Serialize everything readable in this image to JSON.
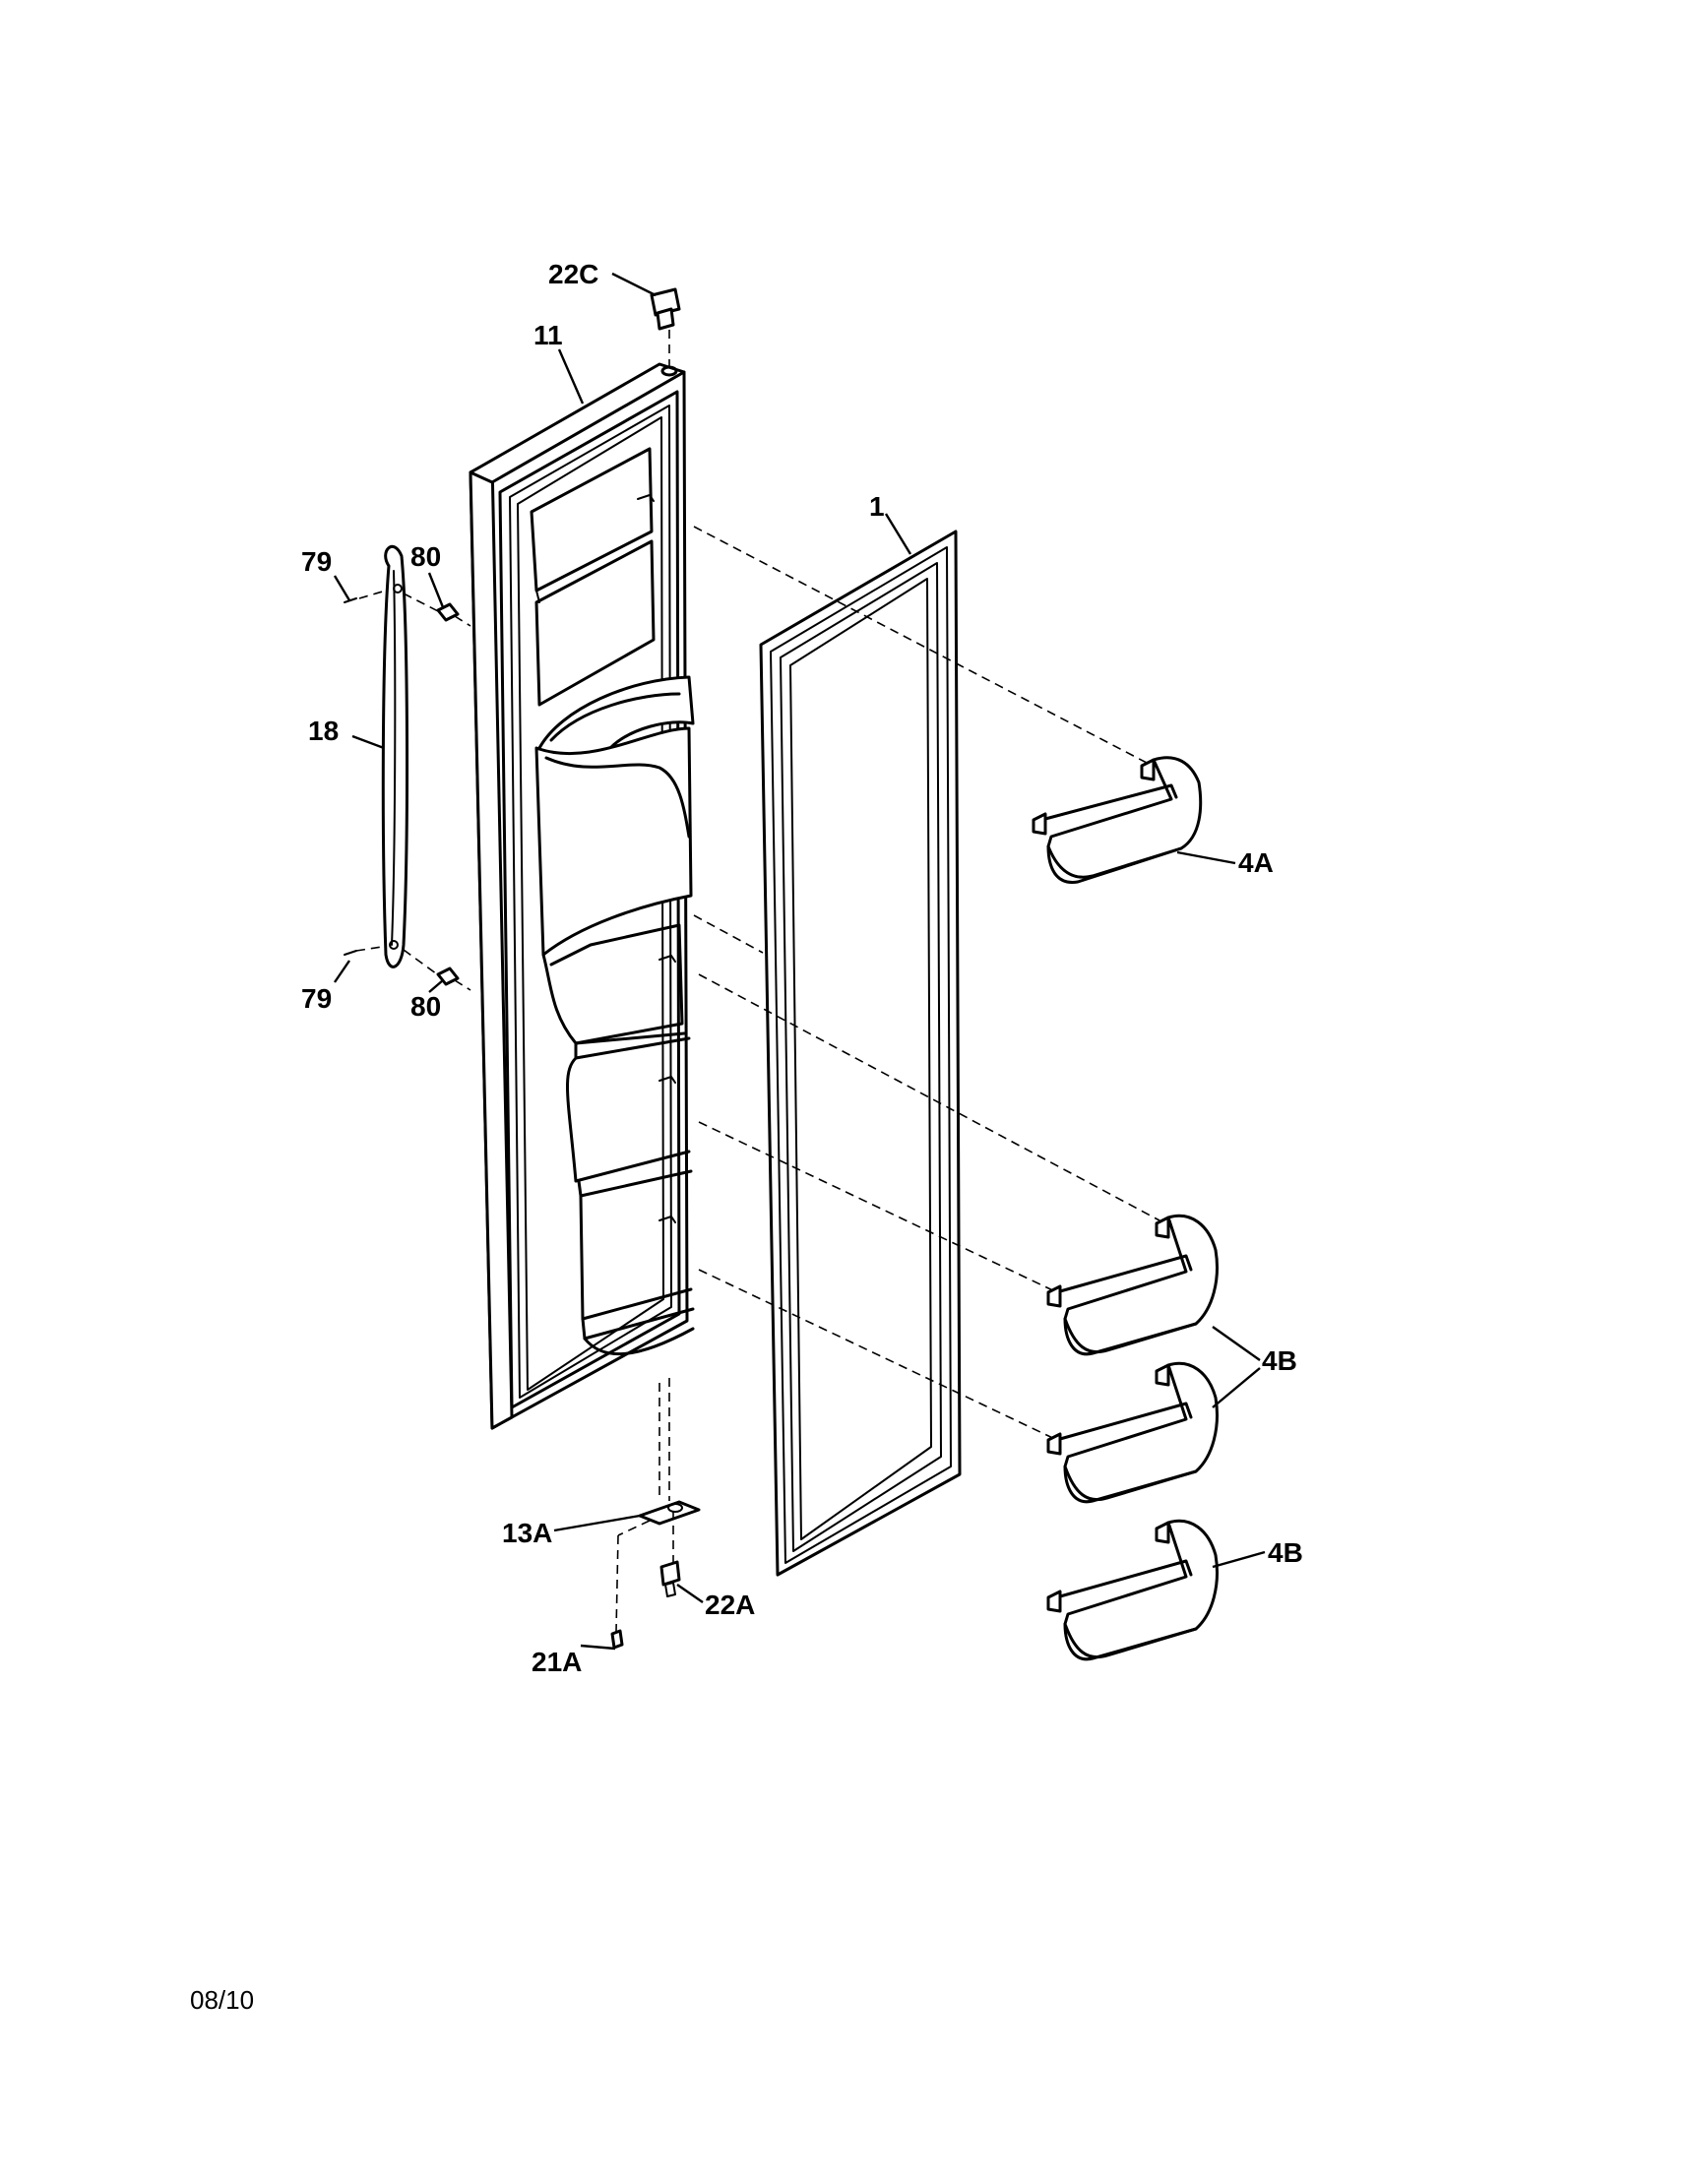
{
  "callouts": {
    "c22C": "22C",
    "c11": "11",
    "c1": "1",
    "c79_top": "79",
    "c80_top": "80",
    "c18": "18",
    "c4A": "4A",
    "c79_bot": "79",
    "c80_bot": "80",
    "c4B_upper": "4B",
    "c4B_lower": "4B",
    "c13A": "13A",
    "c22A": "22A",
    "c21A": "21A"
  },
  "footer": {
    "date_code": "08/10"
  }
}
